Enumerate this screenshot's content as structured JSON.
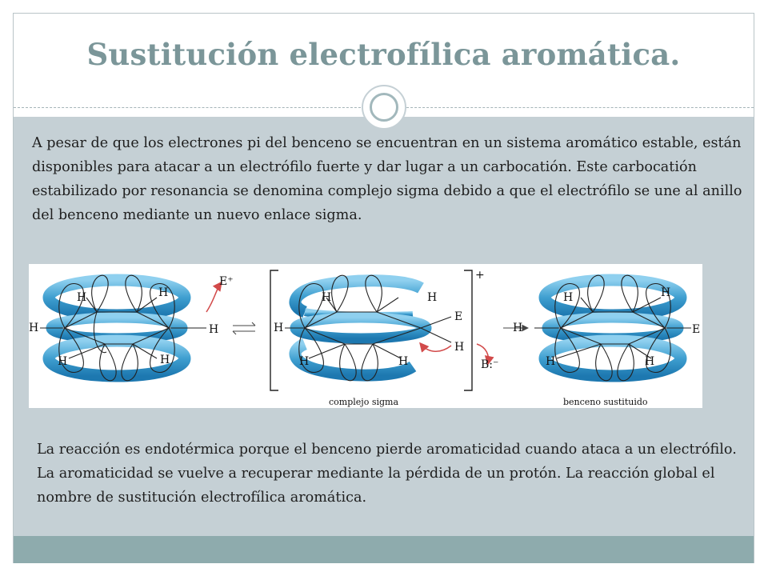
{
  "slide": {
    "title": "Sustitución electrofílica aromática.",
    "paragraph_1": "A pesar de que los electrones pi del benceno se encuentran en un sistema aromático estable, están disponibles para atacar a un electrófilo fuerte y dar lugar a un carbocatión. Este carbocatión estabilizado por resonancia se denomina complejo sigma debido a que el electrófilo se une al anillo del benceno mediante un nuevo enlace sigma.",
    "paragraph_2": "La reacción es endotérmica porque el benceno pierde aromaticidad cuando ataca a un electrófilo. La aromaticidad se vuelve a recuperar mediante la pérdida de un protón. La reacción global el nombre de sustitución electrofílica aromática."
  },
  "figure": {
    "h": "H",
    "e_plus": "E⁺",
    "e": "E",
    "base": "B:⁻",
    "plus_charge": "+",
    "caption_sigma": "complejo sigma",
    "caption_product": "benceno sustituido"
  },
  "colors": {
    "title": "#7b9699",
    "content_bg": "#c5d0d5",
    "footer_bg": "#8eabad",
    "ring_blue": "#3f9fd0",
    "arrow_red": "#d24a4a"
  }
}
